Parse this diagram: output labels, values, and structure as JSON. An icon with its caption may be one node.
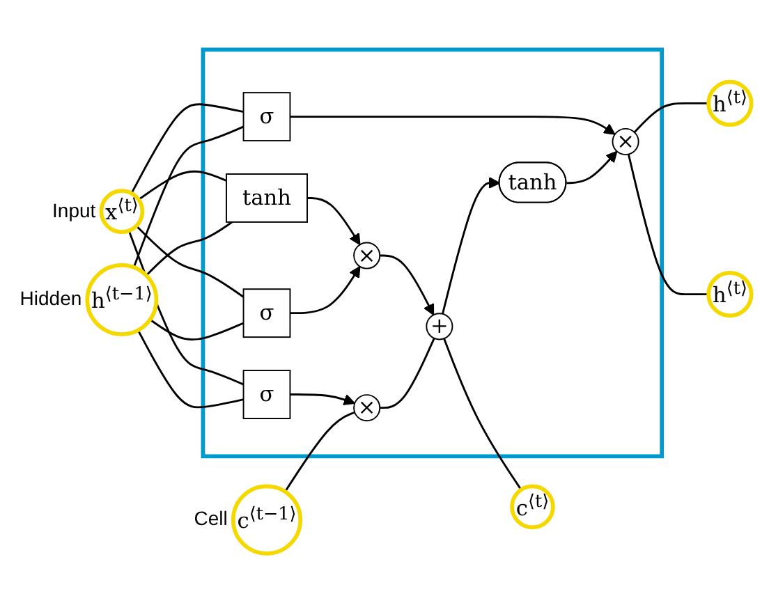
{
  "diagram": {
    "nodes": [
      {
        "text": [
          "h$^{⟨t⟩}$"
        ]
      },
      {
        "text": [
          "c$^{⟨t−1⟩}$"
        ],
        "beside": [
          "Cell"
        ]
      },
      {
        "text": [],
        "shape": "box"
      },
      {
        "text": [
          "×"
        ],
        "in": 2
      },
      {
        "text": [
          "+"
        ],
        "in": 2
      },
      {
        "text": [
          "c$^{⟨t⟩}$"
        ]
      },
      {
        "text": [
          "tanh"
        ],
        "in": 2
      },
      {
        "text": [
          "×"
        ],
        "in": 2
      },
      {
        "text": [
          "×"
        ],
        "in": 2
      },
      {
        "text": [
          "σ"
        ],
        "in": 2
      },
      {
        "text": [
          "σ"
        ],
        "in": 2
      },
      {
        "text": [
          "tanh"
        ],
        "in": 2
      },
      {
        "text": [
          "σ"
        ],
        "in": 2
      },
      {
        "text": [
          "h$^{⟨t−1⟩}$"
        ],
        "beside": [
          "Hidden"
        ]
      },
      {
        "text": [
          "h$^{⟨t⟩}$"
        ]
      },
      {
        "text": [
          "x$^{⟨t⟩}$"
        ],
        "beside": [
          "Input"
        ]
      }
    ],
    "edges": [
      {
        "from": 1,
        "to": 3,
        "arrow": "none"
      },
      {
        "from": 3,
        "to": 4,
        "arrow": "none"
      },
      {
        "from": 4,
        "to": 5,
        "arrow": "none"
      },
      {
        "from": 4,
        "to": 6,
        "arrow": "to"
      },
      {
        "from": 6,
        "to": 8,
        "arrow": "to"
      },
      {
        "from": 8,
        "to": 14,
        "arrow": "none"
      },
      {
        "from": 8,
        "to": 0,
        "arrow": "none"
      },
      {
        "from": 13,
        "to": 9,
        "arrow": "none"
      },
      {
        "from": 13,
        "to": 10,
        "arrow": "none"
      },
      {
        "from": 13,
        "to": 11,
        "arrow": "none"
      },
      {
        "from": 13,
        "to": 12,
        "arrow": "none"
      },
      {
        "from": 15,
        "to": 9,
        "arrow": "none"
      },
      {
        "from": 15,
        "to": 10,
        "arrow": "none"
      },
      {
        "from": 15,
        "to": 11,
        "arrow": "none"
      },
      {
        "from": 15,
        "to": 12,
        "arrow": "none"
      },
      {
        "from": 9,
        "to": 3,
        "arrow": "to"
      },
      {
        "from": 10,
        "to": 7,
        "arrow": "to"
      },
      {
        "from": 11,
        "to": 7,
        "arrow": "to"
      },
      {
        "from": 7,
        "to": 4,
        "arrow": "to"
      },
      {
        "from": 12,
        "to": 8,
        "arrow": "to"
      }
    ]
  }
}
